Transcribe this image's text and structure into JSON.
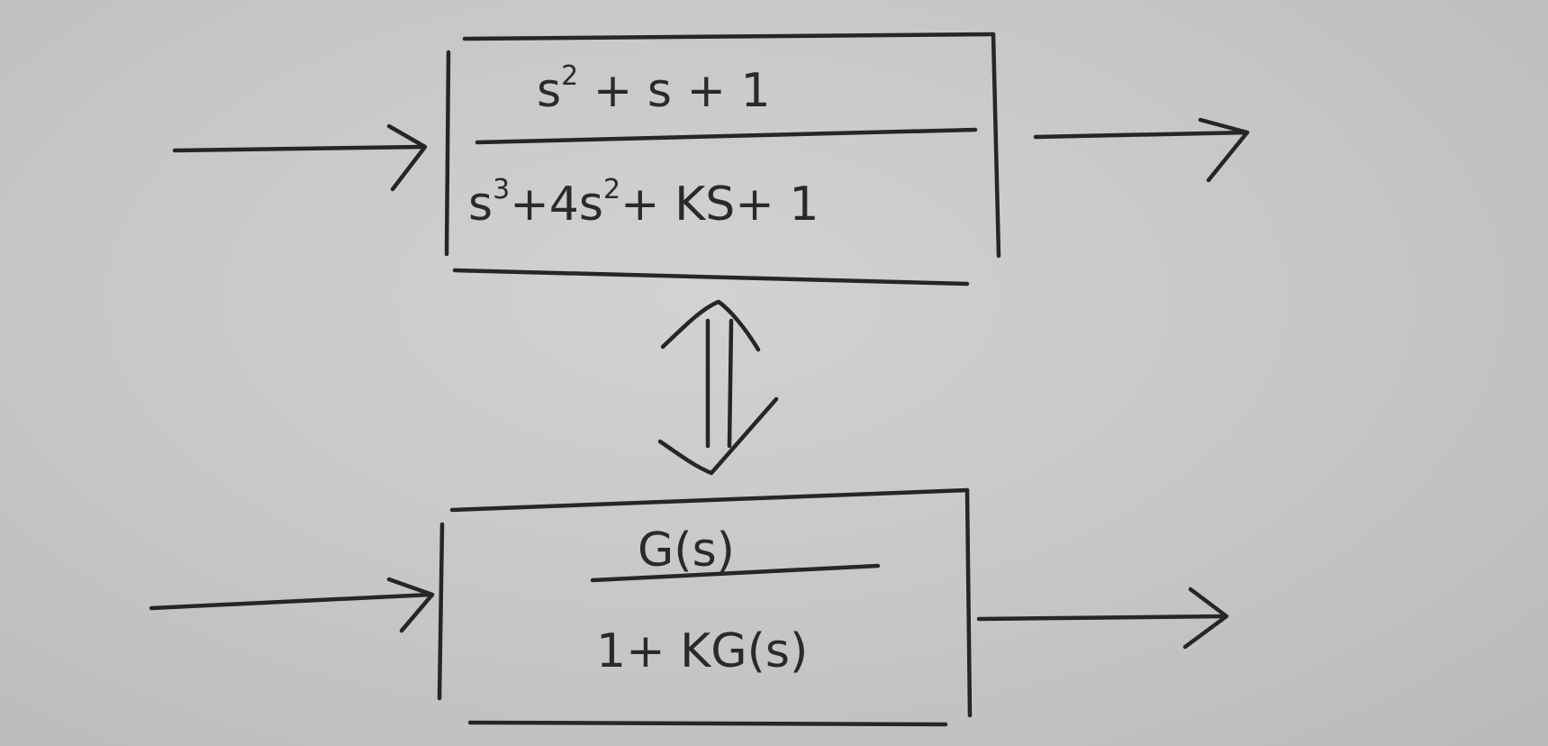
{
  "top_block": {
    "numerator": {
      "t1": "s",
      "t1_exp": "2",
      "t2": " + s + 1"
    },
    "denominator": {
      "t1": "s",
      "t1_exp": "3",
      "t2": "+4s",
      "t2_exp": "2",
      "t3": "+ KS+ 1"
    }
  },
  "bottom_block": {
    "numerator": "G(s)",
    "denominator": "1+ KG(s)"
  },
  "equivalence_symbol": "double-vertical-arrow-icon",
  "ink_color": "#262626",
  "paper_color": "#c6c6c4"
}
